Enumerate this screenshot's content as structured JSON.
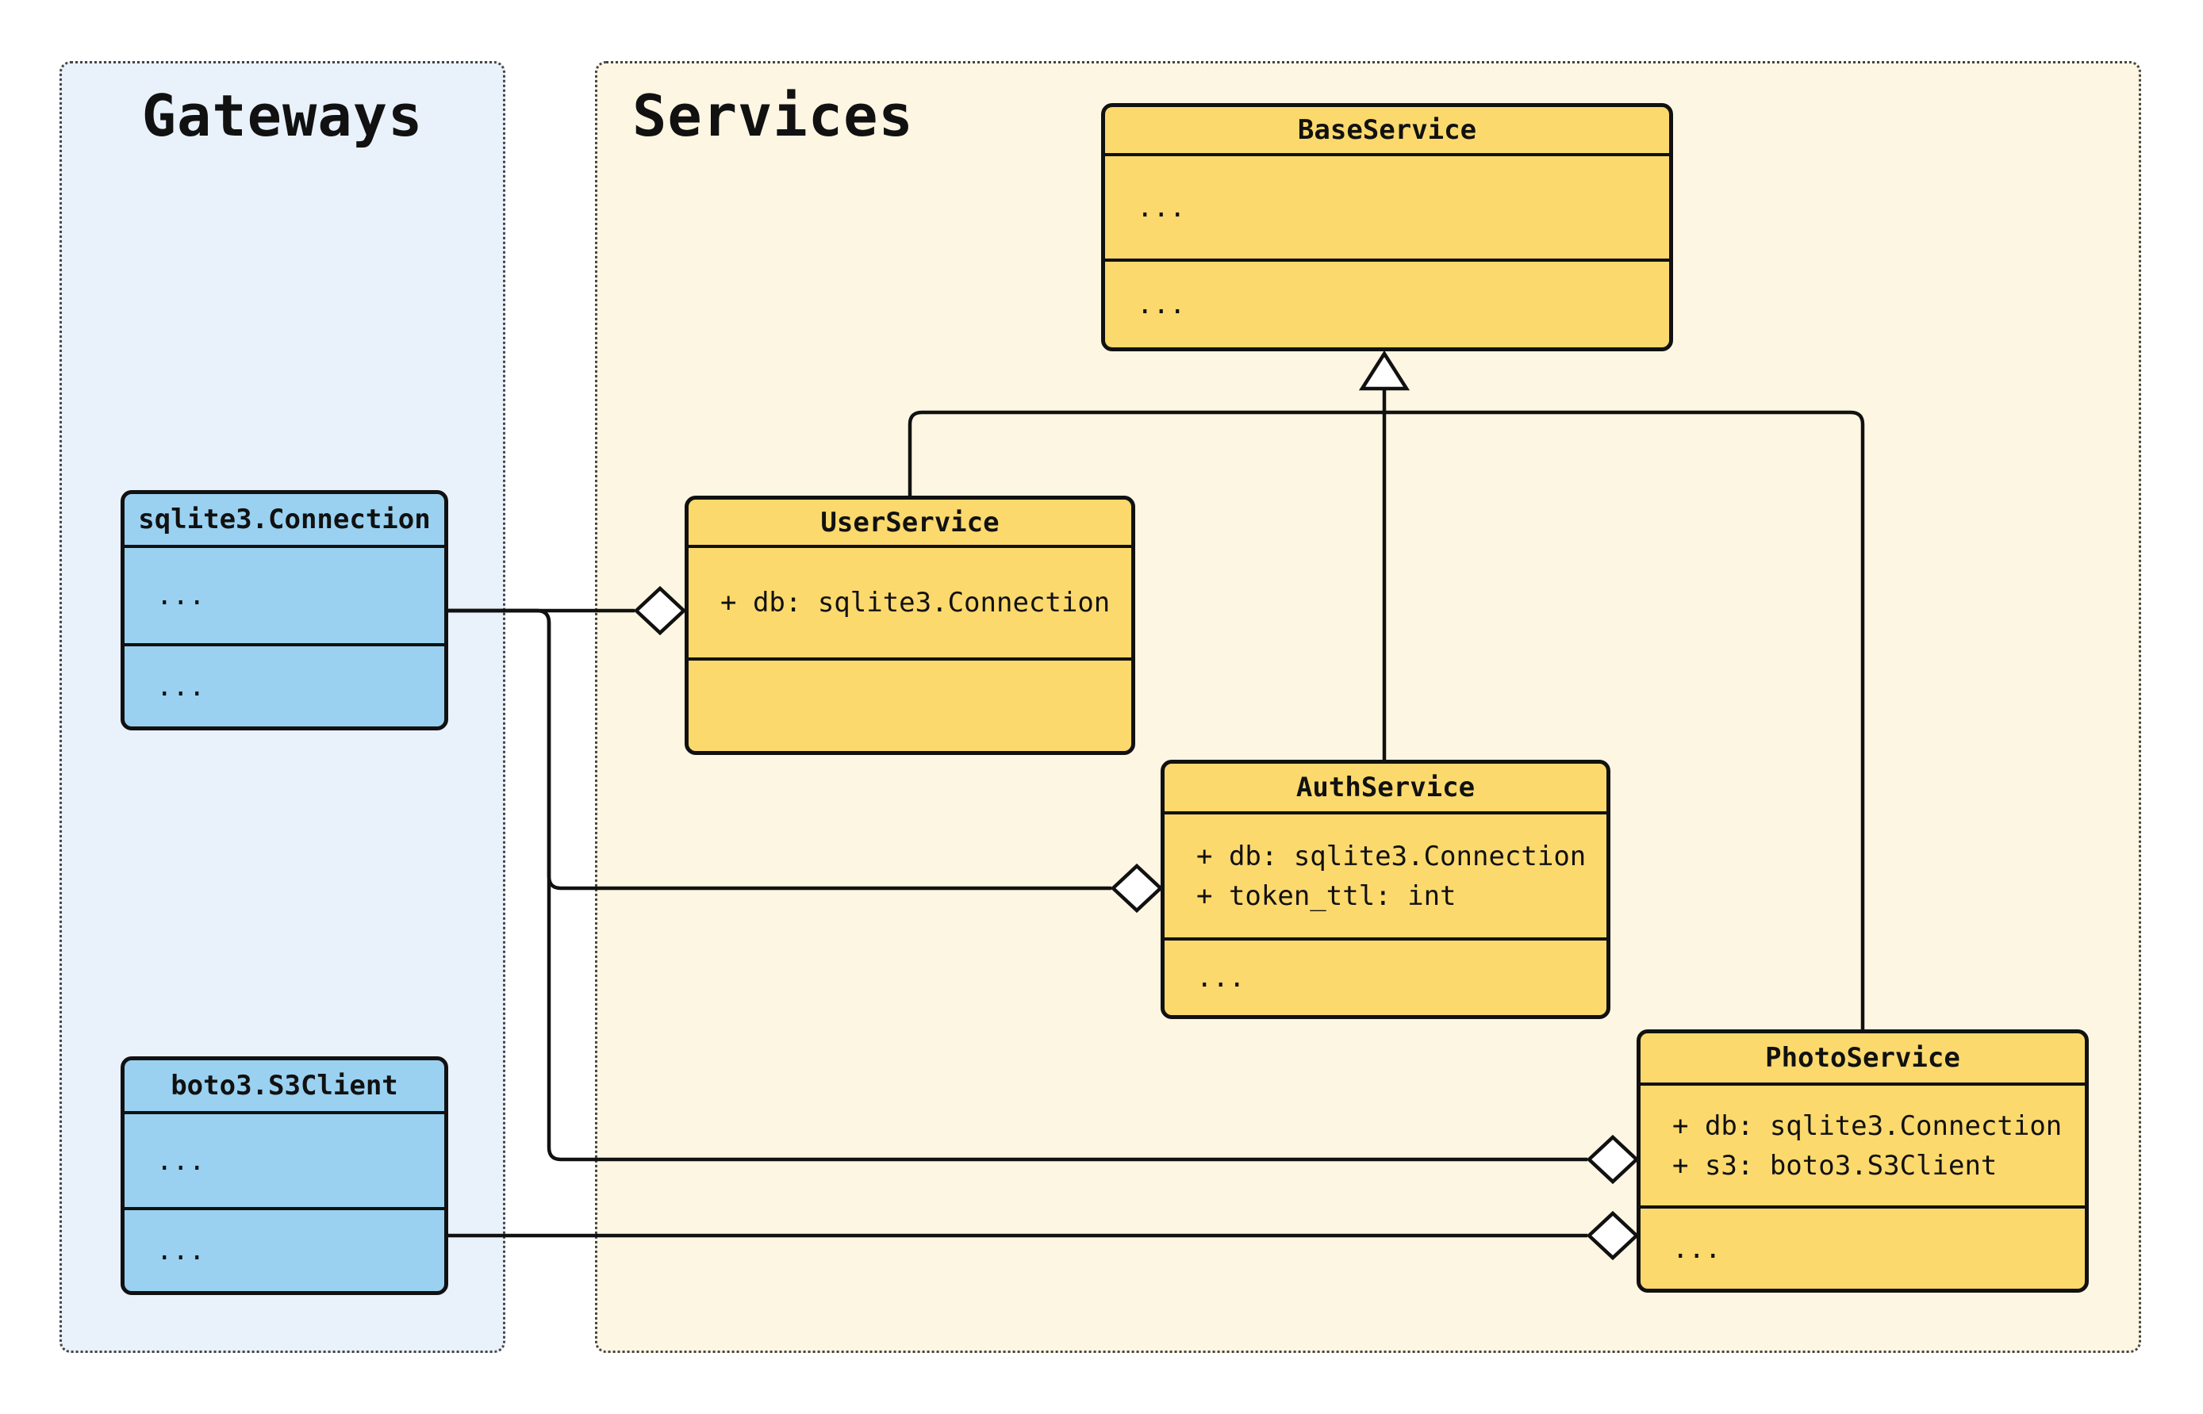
{
  "panels": {
    "gateways": {
      "title": "Gateways"
    },
    "services": {
      "title": "Services"
    }
  },
  "classes": {
    "base_service": {
      "name": "BaseService",
      "attributes": [
        "..."
      ],
      "methods": [
        "..."
      ]
    },
    "user_service": {
      "name": "UserService",
      "attributes": [
        "+ db: sqlite3.Connection"
      ],
      "methods": []
    },
    "auth_service": {
      "name": "AuthService",
      "attributes": [
        "+ db: sqlite3.Connection",
        "+ token_ttl: int"
      ],
      "methods": [
        "..."
      ]
    },
    "photo_service": {
      "name": "PhotoService",
      "attributes": [
        "+ db: sqlite3.Connection",
        "+ s3: boto3.S3Client"
      ],
      "methods": [
        "..."
      ]
    },
    "sqlite3_connection": {
      "name": "sqlite3.Connection",
      "attributes": [
        "..."
      ],
      "methods": [
        "..."
      ]
    },
    "boto3_s3client": {
      "name": "boto3.S3Client",
      "attributes": [
        "..."
      ],
      "methods": [
        "..."
      ]
    }
  },
  "relationships": {
    "inheritance": [
      {
        "child": "UserService",
        "parent": "BaseService"
      },
      {
        "child": "AuthService",
        "parent": "BaseService"
      },
      {
        "child": "PhotoService",
        "parent": "BaseService"
      }
    ],
    "aggregation": [
      {
        "owner": "UserService",
        "part": "sqlite3.Connection"
      },
      {
        "owner": "AuthService",
        "part": "sqlite3.Connection"
      },
      {
        "owner": "PhotoService",
        "part": "sqlite3.Connection"
      },
      {
        "owner": "PhotoService",
        "part": "boto3.S3Client"
      }
    ]
  },
  "colors": {
    "class_yellow": "#FBD96D",
    "gateway_blue": "#9AD1F0",
    "panel_cream": "#FDF6E3",
    "panel_blue": "#E9F1FB",
    "line_black": "#111111"
  }
}
